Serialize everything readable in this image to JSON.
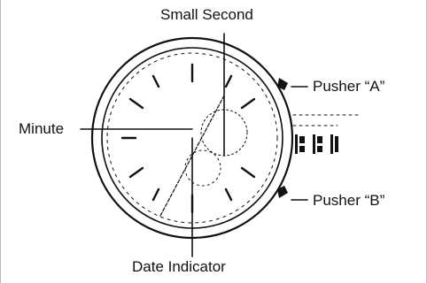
{
  "labels": {
    "small_second": "Small Second",
    "minute": "Minute",
    "pusher_a": "Pusher “A”",
    "pusher_b": "Pusher “B”",
    "date_indicator": "Date Indicator"
  },
  "colors": {
    "ink": "#111111",
    "frame": "#bbbbbb"
  }
}
